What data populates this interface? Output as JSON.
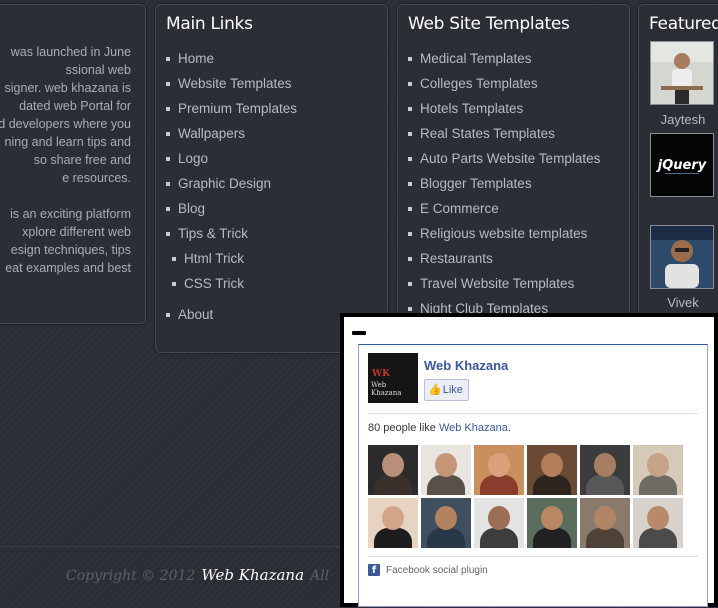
{
  "about": {
    "lines_a": [
      "was launched in June",
      "ssional web",
      "signer. web khazana is",
      "dated web Portal for",
      "d developers where you",
      "ning and learn tips and",
      "so share free and",
      "e resources."
    ],
    "lines_b": [
      "is an exciting platform",
      "xplore different web",
      "esign techniques, tips",
      "eat examples and best"
    ]
  },
  "main_links": {
    "title": "Main Links",
    "items": [
      "Home",
      "Website Templates",
      "Premium Templates",
      "Wallpapers",
      "Logo",
      "Graphic Design",
      "Blog",
      "Tips & Trick"
    ],
    "sub_items": [
      "Html Trick",
      "CSS Trick"
    ],
    "last_item": "About"
  },
  "templates": {
    "title": "Web Site Templates",
    "items": [
      "Medical Templates",
      "Colleges Templates",
      "Hotels Templates",
      "Real States Templates",
      "Auto Parts Website Templates",
      "Blogger Templates",
      "E Commerce",
      "Religious website templates",
      "Restaurants",
      "Travel Website Templates",
      "Night Club Templates"
    ]
  },
  "featured": {
    "title": "Featured",
    "people": [
      {
        "name": "Jaytesh"
      },
      {
        "name": ""
      },
      {
        "name": "Vivek"
      }
    ],
    "jquery_label": "jQuery"
  },
  "footer": {
    "copyright": "Copyright © 2012",
    "brand": "Web Khazana",
    "tail": "All"
  },
  "facebook": {
    "page_name": "Web Khazana",
    "logo_text_1": "WK",
    "logo_text_2": "Web Khazana",
    "like_label": "Like",
    "count_prefix": "80 people like ",
    "count_link": "Web Khazana",
    "count_suffix": ".",
    "plugin_label": "Facebook social plugin",
    "face_colors": [
      [
        "#2b2b2b",
        "#b98f78",
        "#3a2f2a"
      ],
      [
        "#e8e4e0",
        "#c49576",
        "#5a5048"
      ],
      [
        "#c98f5f",
        "#d9a27c",
        "#8a3d2c"
      ],
      [
        "#6b4a35",
        "#b47e5b",
        "#2f241e"
      ],
      [
        "#3c3c3c",
        "#a67e62",
        "#585858"
      ],
      [
        "#d5c9b8",
        "#c8a38a",
        "#6f6a62"
      ],
      [
        "#e6d3c1",
        "#d4a489",
        "#1d1d1d"
      ],
      [
        "#3f4f5e",
        "#b2825f",
        "#283847"
      ],
      [
        "#e3e3e3",
        "#9b6f55",
        "#3d3d3d"
      ],
      [
        "#5a6d5c",
        "#b98862",
        "#222222"
      ],
      [
        "#8a7a6c",
        "#b08565",
        "#4e4238"
      ],
      [
        "#d7d2cc",
        "#b98a6a",
        "#4b4b4b"
      ]
    ]
  }
}
